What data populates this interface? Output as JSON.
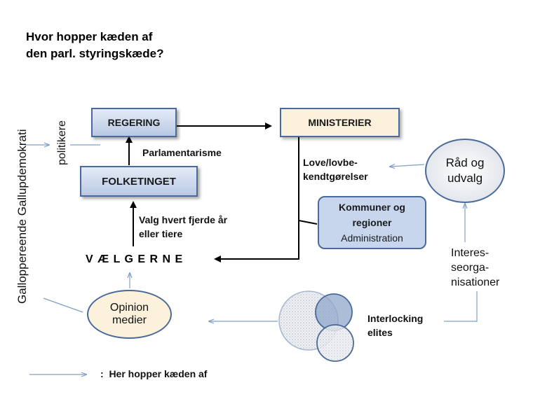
{
  "title": {
    "line1": "Hvor hopper kæden af",
    "line2": "den parl. styringskæde?"
  },
  "nodes": {
    "regering": "REGERING",
    "ministerier": "MINISTERIER",
    "folketinget": "FOLKETINGET",
    "kommuner_line1": "Kommuner og",
    "kommuner_line2": "regioner",
    "kommuner_line3": "Administration",
    "vaelgerne": "V Æ L G E R N E",
    "opinion_line1": "Opinion",
    "opinion_line2": "medier",
    "raad_line1": "Råd og",
    "raad_line2": "udvalg"
  },
  "labels": {
    "parlamentarisme": "Parlamentarisme",
    "valg_line1": "Valg hvert fjerde år",
    "valg_line2": "eller tiere",
    "love_line1": "Love/lovbe-",
    "love_line2": "kendtgørelser",
    "interesse_line1": "Interes-",
    "interesse_line2": "seorga-",
    "interesse_line3": "nisationer",
    "interlocking_line1": "Interlocking",
    "interlocking_line2": "elites",
    "gallup": "Galloppereende Gallupdemokrati",
    "politikere": "politikere"
  },
  "legend": {
    "text": ":  Her hopper kæden af"
  },
  "colors": {
    "box_border": "#4a6a9a",
    "box_fill": "#c8d5ea",
    "cream_fill": "#fcf1db",
    "thin_arrow": "#7f9fc8",
    "thick_arrow": "#000000"
  }
}
